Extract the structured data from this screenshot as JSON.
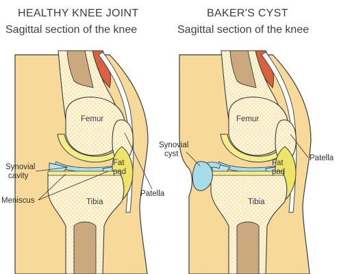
{
  "left_panel": {
    "title": "HEALTHY KNEE JOINT",
    "subtitle": "Sagittal section of the knee",
    "labels": {
      "femur": "Femur",
      "tibia": "Tibia",
      "fat_pad_line1": "Fat",
      "fat_pad_line2": "pad",
      "synovial_cavity_line1": "Synovial",
      "synovial_cavity_line2": "cavity",
      "meniscus": "Meniscus",
      "patella": "Patella"
    }
  },
  "right_panel": {
    "title": "BAKER'S CYST",
    "subtitle": "Sagittal section of the knee",
    "labels": {
      "femur": "Femur",
      "tibia": "Tibia",
      "fat_pad_line1": "Fat",
      "fat_pad_line2": "pad",
      "synovial_cyst_line1": "Synovial",
      "synovial_cyst_line2": "cyst",
      "patella": "Patella"
    }
  },
  "colors": {
    "skin": "#f7d99a",
    "skin_outline": "#3a3a3a",
    "bone": "#fbf3d4",
    "bone_dots": "#e5cf86",
    "marrow": "#c9a97d",
    "cartilage": "#f3ee8b",
    "meniscus": "#b7e3ec",
    "synovial_fluid": "#a8dce9",
    "fat_pad": "#eee46a",
    "muscle": "#d8613f",
    "tendon": "#ffffff"
  }
}
